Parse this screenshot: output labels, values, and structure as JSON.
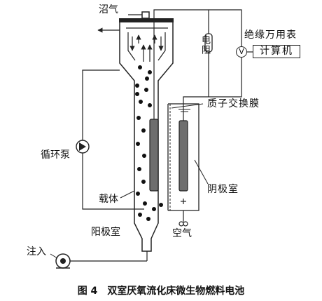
{
  "labels": {
    "biogas": "沼气",
    "resistor": "电阻",
    "multimeter": "绝缘万用表",
    "voltmeter": "V",
    "computer": "计算机",
    "pem": "质子交换膜",
    "pump_circ": "循环泵",
    "cathode": "阴极室",
    "carrier": "载体",
    "anode": "阳极室",
    "air": "空气",
    "inlet": "注入"
  },
  "caption": {
    "number": "图 4",
    "title": "双室厌氧流化床微生物燃料电池"
  },
  "colors": {
    "line": "#222222",
    "electrode": "#6e6e6e",
    "dot": "#111111"
  }
}
